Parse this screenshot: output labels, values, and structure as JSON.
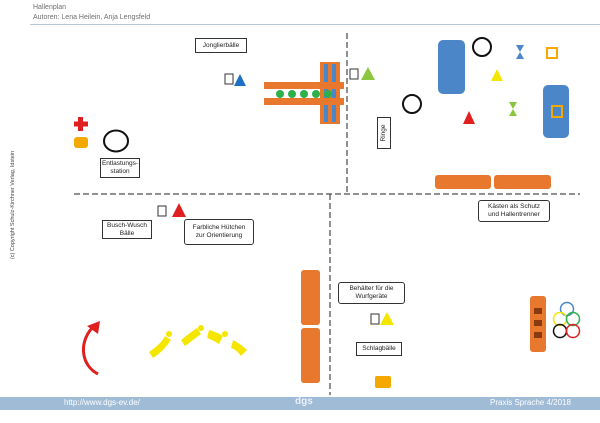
{
  "header": {
    "title": "Hallenplan",
    "authors": "Autoren: Lena Heilein, Anja Lengsfeld"
  },
  "side_copyright": "(c) Copyright Schulz-Kirchner Verlag, Idstein",
  "labels": {
    "jonglierbaelle": "Jonglierbälle",
    "ringe": "Ringe",
    "entlastung_line1": "Entlastungs-",
    "entlastung_line2": "station",
    "busch_line1": "Busch-Wusch",
    "busch_line2": "Bälle",
    "huetchen_line1": "Farbliche Hütchen",
    "huetchen_line2": "zur Orientierung",
    "kaesten_line1": "Kästen als Schutz",
    "kaesten_line2": "und Hallentrenner",
    "behaelter_line1": "Behälter für die",
    "behaelter_line2": "Wurfgeräte",
    "schlagbaelle": "Schlagbälle"
  },
  "footer": {
    "url": "http://www.dgs-ev.de/",
    "logo": "dgs",
    "journal": "Praxis Sprache 4/2018"
  },
  "colors": {
    "orange": "#e8782e",
    "blue": "#4a86c8",
    "green": "#2bb04a",
    "yellow": "#f5e600",
    "red": "#e02020",
    "footer_band": "#9fbbd6"
  },
  "icons": [
    "cone-icon",
    "hoop-icon",
    "ball-icon",
    "cube-icon",
    "hourglass-icon",
    "red-cross-icon",
    "arrow-icon",
    "olympic-rings-icon"
  ]
}
